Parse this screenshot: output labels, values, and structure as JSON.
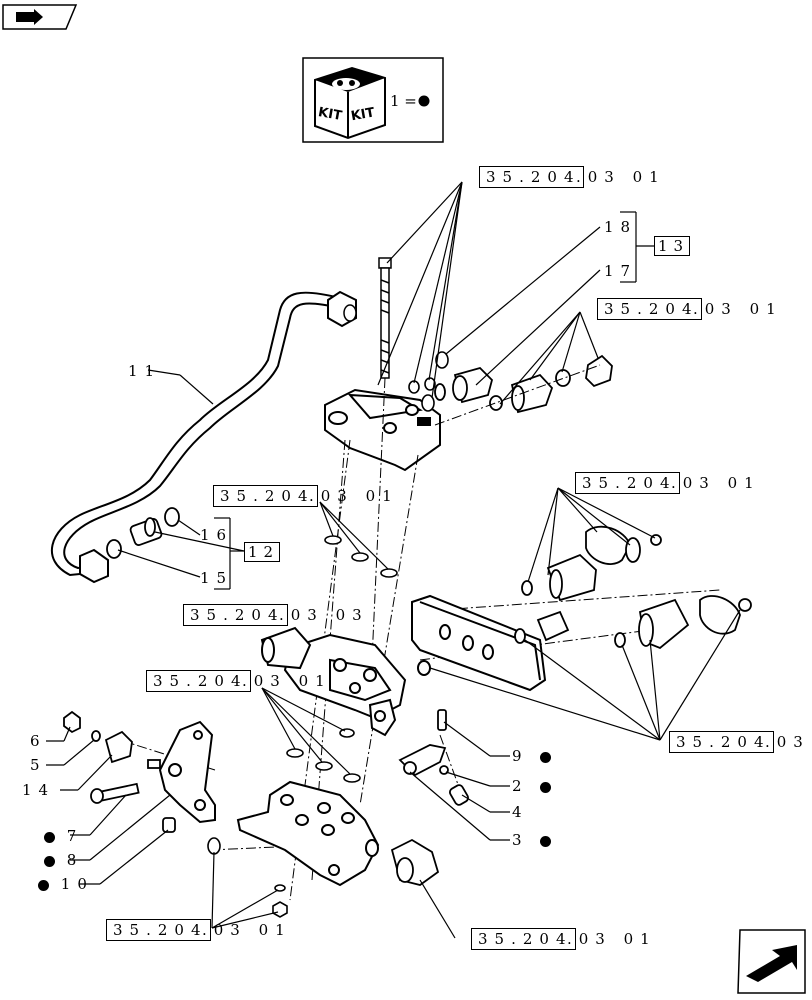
{
  "kit_legend": {
    "label": "KIT",
    "equation": "1 ="
  },
  "references": {
    "top": {
      "code": "35.204",
      "suffix": ".03  01"
    },
    "right_upper": {
      "code": "35.204",
      "suffix": ".03  01"
    },
    "left_mid": {
      "code": "35.204",
      "suffix": ".03  01"
    },
    "right_mid": {
      "code": "35.204",
      "suffix": ".03  01"
    },
    "left_03": {
      "code": "35.204",
      "suffix": ".03  03"
    },
    "left_lower": {
      "code": "35.204",
      "suffix": ".03  01"
    },
    "right_lower": {
      "code": "35.204",
      "suffix": ".03"
    },
    "bottom_left": {
      "code": "35.204",
      "suffix": ".03  01"
    },
    "bottom_right": {
      "code": "35.204",
      "suffix": ".03  01"
    }
  },
  "callouts": {
    "n18": "18",
    "n17": "17",
    "n13": "13",
    "n11": "11",
    "n16": "16",
    "n15": "15",
    "n12": "12",
    "n6": "6",
    "n5": "5",
    "n14": "14",
    "n7": "7",
    "n8": "8",
    "n10": "10",
    "n9": "9",
    "n2": "2",
    "n4": "4",
    "n3": "3"
  }
}
